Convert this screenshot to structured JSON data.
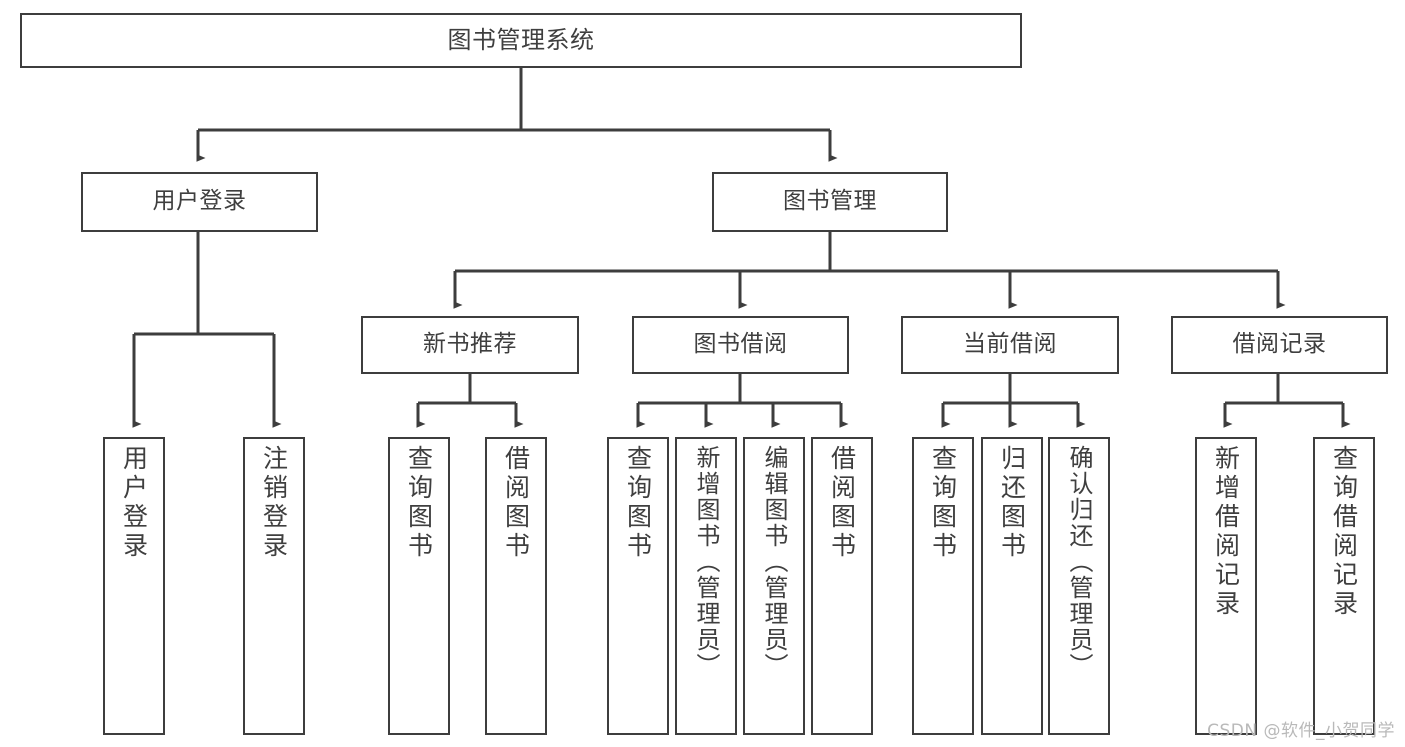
{
  "diagram": {
    "title": "图书管理系统",
    "watermark": "CSDN @软件_小贺同学",
    "line_color": "#3d3d3d",
    "text_color": "#3f3f3f",
    "background": "#ffffff",
    "nodes": {
      "root": "图书管理系统",
      "user_login": "用户登录",
      "book_manage": "图书管理",
      "new_book_rec": "新书推荐",
      "book_borrow": "图书借阅",
      "current_borrow": "当前借阅",
      "borrow_record": "借阅记录",
      "leaf_user_login": "用户登录",
      "leaf_user_logout": "注销登录",
      "leaf_rec_query": "查询图书",
      "leaf_rec_borrow": "借阅图书",
      "leaf_borrow_query": "查询图书",
      "leaf_borrow_add": "新增图书（管理员）",
      "leaf_borrow_edit": "编辑图书（管理员）",
      "leaf_borrow_borrow": "借阅图书",
      "leaf_cur_query": "查询图书",
      "leaf_cur_return": "归还图书",
      "leaf_cur_confirm": "确认归还（管理员）",
      "leaf_rec_add": "新增借阅记录",
      "leaf_rec_search": "查询借阅记录"
    }
  }
}
